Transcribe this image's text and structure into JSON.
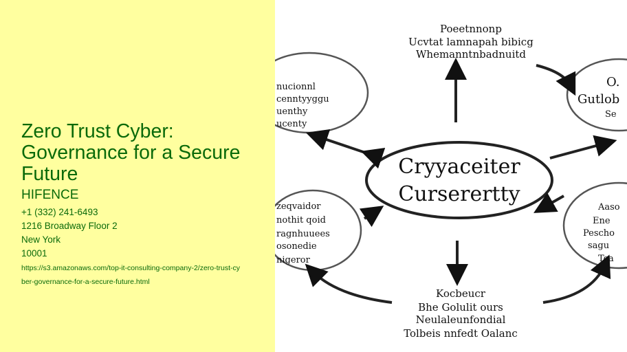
{
  "title": "Zero Trust Cyber: Governance for a Secure Future",
  "company": "HIFENCE",
  "phone": "+1 (332) 241-6493",
  "address": "1216 Broadway Floor 2",
  "city": "New York",
  "zip": "10001",
  "url_line1": "https://s3.amazonaws.com/top-it-consulting-company-2/zero-trust-cy",
  "url_line2": "ber-governance-for-a-secure-future.html",
  "diagram": {
    "center_line1": "Cryyaceiter",
    "center_line2": "Curserertty",
    "top_text": [
      "Poeetnnonp",
      "Ucvtat lamnapah bibicg",
      "Whemanntnbadnuitd"
    ],
    "left_top_text": [
      "nucionnl",
      "cenntyyggu",
      "uenthy",
      "ucenty"
    ],
    "left_bottom_text": [
      "zeqvaidor",
      "nothit qoid",
      "ragnhuuees",
      "osonedie",
      "nigeror"
    ],
    "bottom_text": [
      "Kocbeucr",
      "Bhe Golulit ours",
      "Neulaleunfondial",
      "Tolbeis nnfedt Oalanc"
    ],
    "right_top_text": [
      "O.",
      "Gutlob",
      "Se"
    ],
    "right_bottom_text": [
      "Aaso",
      "Ene",
      "Pescho",
      "sagu",
      "Tca"
    ]
  }
}
